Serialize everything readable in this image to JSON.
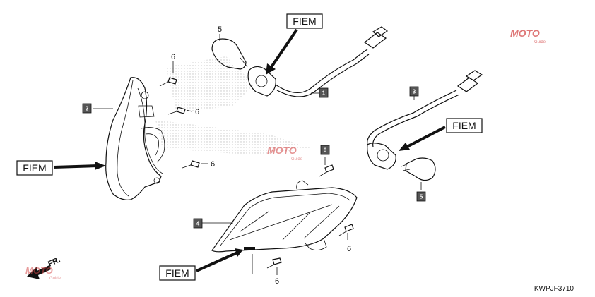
{
  "diagram": {
    "code": "KWPJF3710",
    "direction_label": "FR.",
    "watermark": {
      "text": "MOTO",
      "sub": "Guide",
      "color": "#d44a4a"
    },
    "callouts": [
      {
        "number": "1",
        "kind": "box"
      },
      {
        "number": "2",
        "kind": "box"
      },
      {
        "number": "3",
        "kind": "box"
      },
      {
        "number": "4",
        "kind": "box"
      },
      {
        "number": "5",
        "kind": "box"
      },
      {
        "number": "6",
        "kind": "box"
      }
    ],
    "plain_labels": [
      "5",
      "6",
      "6",
      "6",
      "6",
      "6"
    ],
    "fiem_labels": [
      "FIEM",
      "FIEM",
      "FIEM",
      "FIEM"
    ]
  }
}
